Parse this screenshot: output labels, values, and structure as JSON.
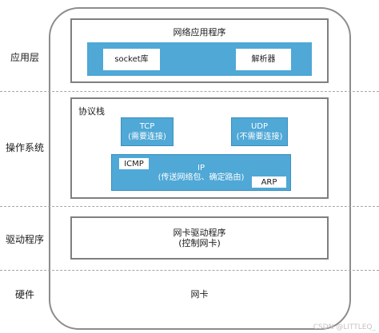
{
  "layers": {
    "app": "应用层",
    "os": "操作系统",
    "driver": "驱动程序",
    "hardware": "硬件"
  },
  "app_box": {
    "title": "网络应用程序",
    "socket": "socket库",
    "resolver": "解析器"
  },
  "protocol_stack": {
    "title": "协议栈",
    "tcp": {
      "name": "TCP",
      "note": "(需要连接)"
    },
    "udp": {
      "name": "UDP",
      "note": "(不需要连接)"
    },
    "ip": {
      "name": "IP",
      "note": "(传送网络包、确定路由)"
    },
    "icmp": "ICMP",
    "arp": "ARP"
  },
  "driver_box": {
    "title": "网卡驱动程序",
    "note": "(控制网卡)"
  },
  "nic": "网卡",
  "watermark": "CSDN @LITTLEQ_"
}
